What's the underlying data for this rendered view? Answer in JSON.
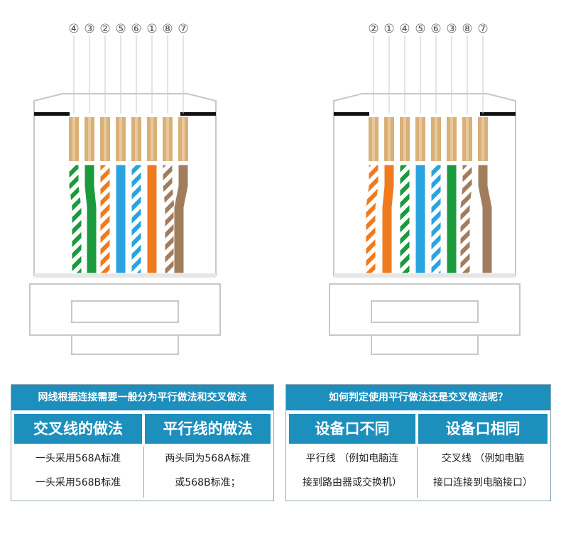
{
  "connectors": [
    {
      "pins": [
        "④",
        "③",
        "②",
        "⑤",
        "⑥",
        "①",
        "⑧",
        "⑦"
      ],
      "wires": [
        "green-white",
        "green",
        "orange-white",
        "blue",
        "blue-white",
        "orange",
        "brown-white",
        "brown"
      ]
    },
    {
      "pins": [
        "②",
        "①",
        "④",
        "⑤",
        "⑥",
        "③",
        "⑧",
        "⑦"
      ],
      "wires": [
        "orange-white",
        "orange",
        "green-white",
        "blue",
        "blue-white",
        "green",
        "brown-white",
        "brown"
      ]
    }
  ],
  "colors": {
    "accent": "#1c8fbd",
    "border": "#8fa7b6",
    "green": "#1a9a3c",
    "orange": "#f07a1e",
    "blue": "#2aa3de",
    "brown": "#a27d5d",
    "copper": "#d8b078",
    "shell": "#c7c7c7"
  },
  "left_panel": {
    "title": "网线根据连接需要一般分为平行做法和交叉做法",
    "col1": {
      "header": "交叉线的做法",
      "lines": [
        "一头采用568A标准",
        "一头采用568B标准"
      ]
    },
    "col2": {
      "header": "平行线的做法",
      "lines": [
        "两头同为568A标准",
        "或568B标准；"
      ]
    }
  },
  "right_panel": {
    "title": "如何判定使用平行做法还是交叉做法呢？",
    "col1": {
      "header": "设备口不同",
      "lines": [
        "平行线 （例如电脑连",
        "接到路由器或交换机）"
      ]
    },
    "col2": {
      "header": "设备口相同",
      "lines": [
        "交叉线  （例如电脑",
        "接口连接到电脑接口）"
      ]
    }
  }
}
